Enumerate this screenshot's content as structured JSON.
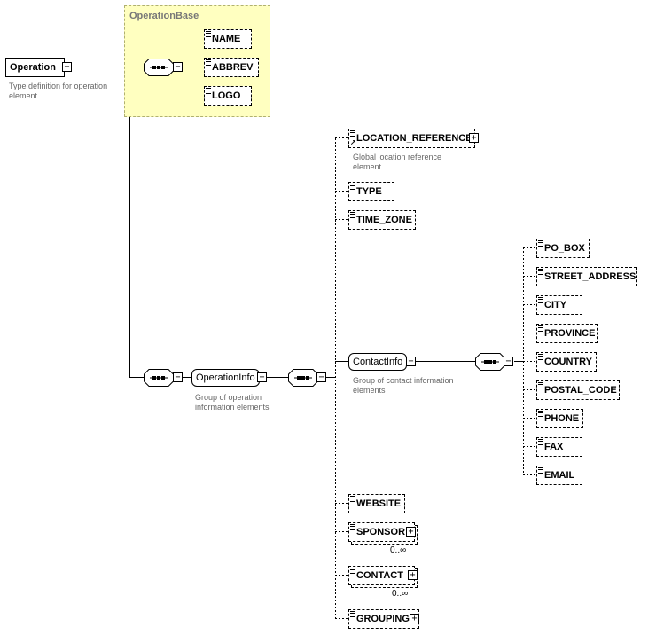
{
  "root": {
    "label": "Operation",
    "note": "Type definition for operation element"
  },
  "group_base": {
    "title": "OperationBase",
    "children": [
      "NAME",
      "ABBREV",
      "LOGO"
    ]
  },
  "group_info": {
    "label": "OperationInfo",
    "note": "Group of operation information elements"
  },
  "elements": {
    "location_reference": {
      "label": "LOCATION_REFERENCE",
      "note": "Global location reference element"
    },
    "type": "TYPE",
    "time_zone": "TIME_ZONE",
    "website": "WEBSITE",
    "sponsor": {
      "label": "SPONSOR",
      "cardinality": "0..∞"
    },
    "contact": {
      "label": "CONTACT",
      "cardinality": "0..∞"
    },
    "grouping": "GROUPING"
  },
  "contact_info": {
    "label": "ContactInfo",
    "note": "Group of contact information elements",
    "children": [
      "PO_BOX",
      "STREET_ADDRESS",
      "CITY",
      "PROVINCE",
      "COUNTRY",
      "POSTAL_CODE",
      "PHONE",
      "FAX",
      "EMAIL"
    ]
  },
  "icons": {
    "expand": "plus-box",
    "collapse": "minus-box"
  },
  "colors": {
    "group_fill": "#ffffc0",
    "group_border": "#b0b070"
  }
}
